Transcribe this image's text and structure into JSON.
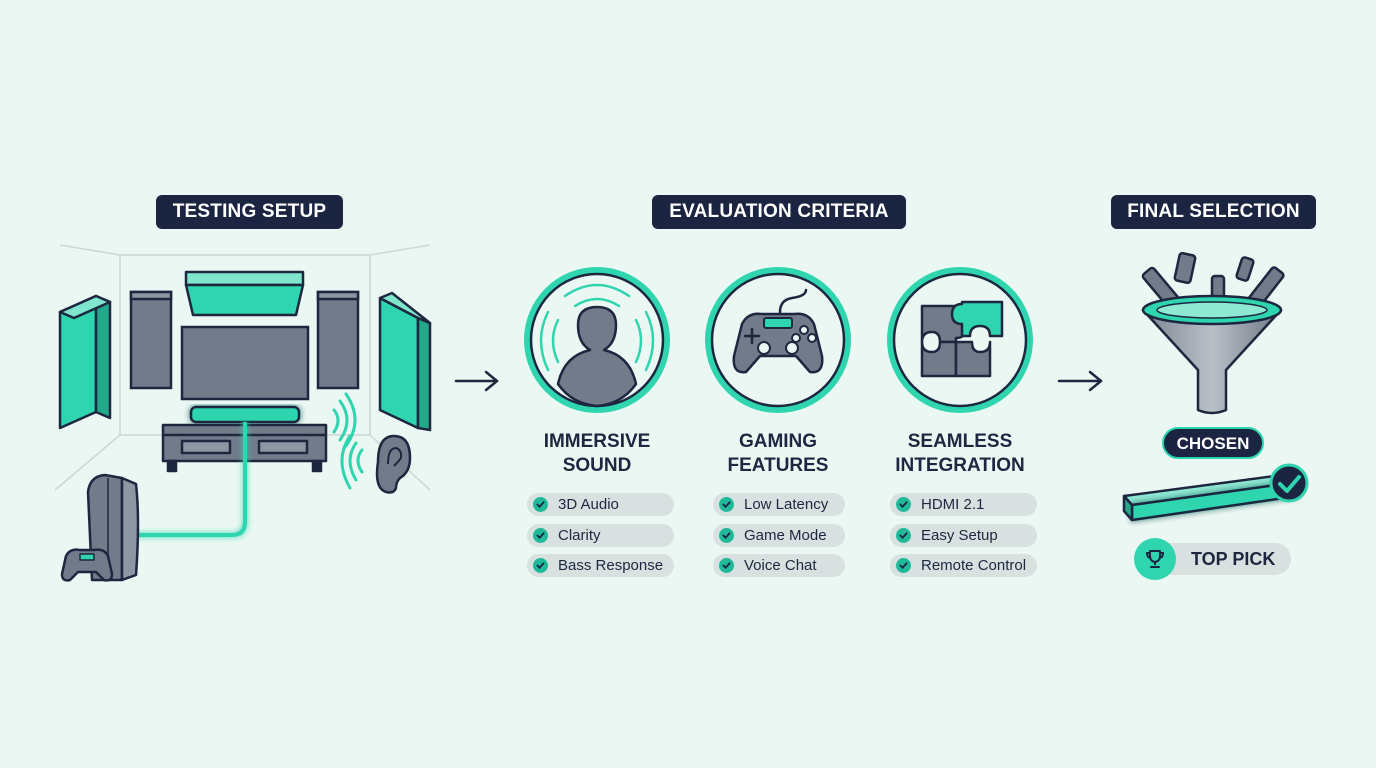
{
  "sections": {
    "testing": "TESTING SETUP",
    "evaluation": "EVALUATION CRITERIA",
    "final": "FINAL SELECTION"
  },
  "criteria": [
    {
      "title_line1": "IMMERSIVE",
      "title_line2": "SOUND",
      "icon": "listener-sound-icon",
      "items": [
        "3D Audio",
        "Clarity",
        "Bass Response"
      ]
    },
    {
      "title_line1": "GAMING",
      "title_line2": "FEATURES",
      "icon": "gamepad-icon",
      "items": [
        "Low Latency",
        "Game Mode",
        "Voice Chat"
      ]
    },
    {
      "title_line1": "SEAMLESS",
      "title_line2": "INTEGRATION",
      "icon": "puzzle-icon",
      "items": [
        "HDMI 2.1",
        "Easy Setup",
        "Remote Control"
      ]
    }
  ],
  "final": {
    "chosen_label": "CHOSEN",
    "top_pick_label": "TOP PICK"
  },
  "colors": {
    "background": "#eaf7f3",
    "accent": "#2fd5ae",
    "dark": "#1b2541",
    "device_gray": "#737b8a"
  }
}
